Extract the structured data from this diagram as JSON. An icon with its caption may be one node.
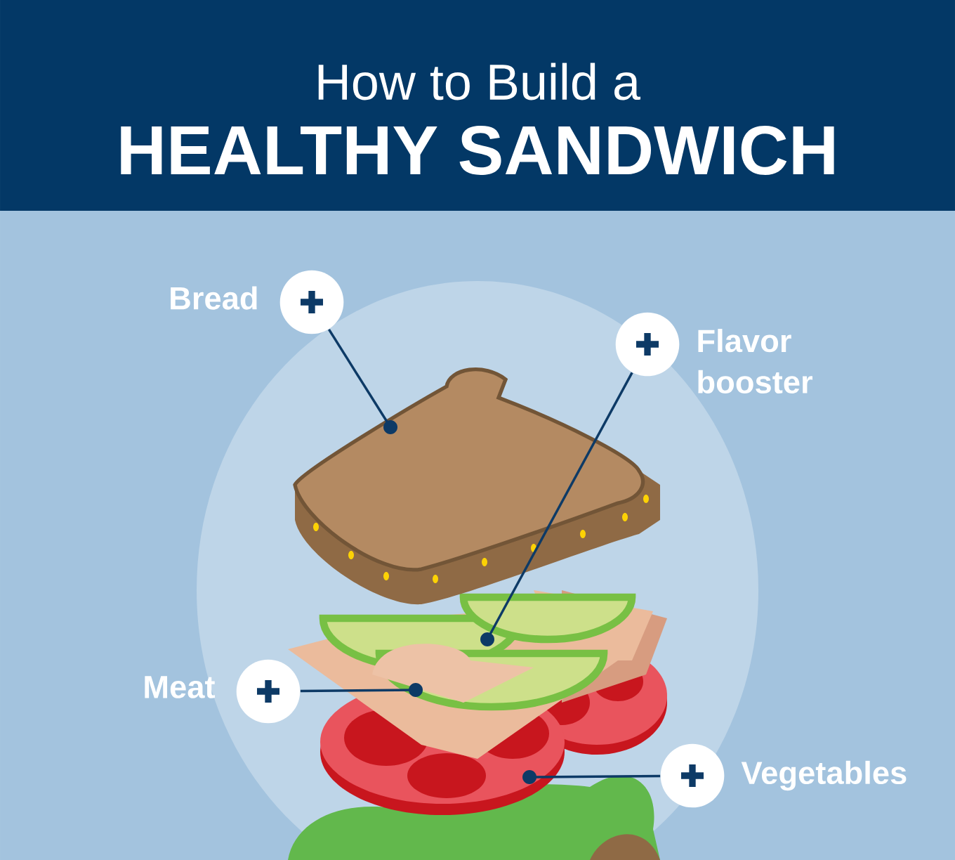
{
  "diagram": {
    "title": "How to Build a",
    "labels": [
      "HEALTHY SANDWICH"
    ],
    "nodes": [
      {
        "text": [],
        "shape": "circle",
        "beside": [
          "Bread"
        ]
      },
      {
        "text": [],
        "shape": "circle",
        "beside": [
          "Flavor booster"
        ]
      },
      {
        "text": [],
        "shape": "circle",
        "beside": [
          "Meat"
        ]
      },
      {
        "text": [],
        "shape": "circle",
        "beside": [
          "Vegetables"
        ]
      }
    ],
    "edges": [
      {
        "from": 0,
        "to": null,
        "arrow": "other"
      },
      {
        "from": 1,
        "to": null,
        "arrow": "other"
      },
      {
        "from": 2,
        "to": null,
        "arrow": "other"
      },
      {
        "from": 3,
        "to": null,
        "arrow": "other"
      }
    ]
  }
}
